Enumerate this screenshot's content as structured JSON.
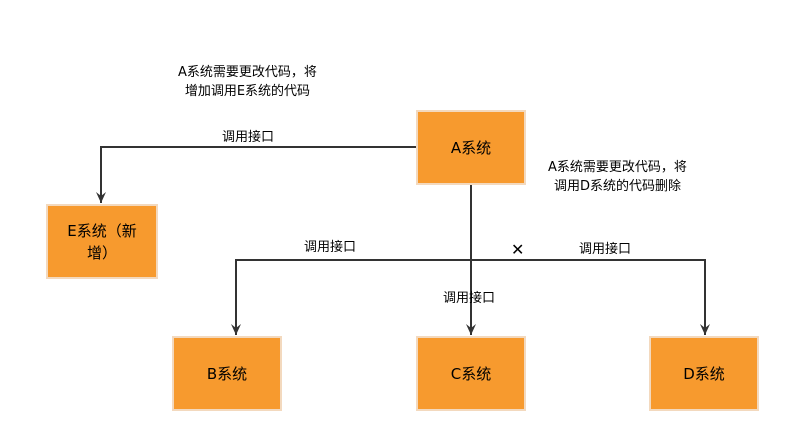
{
  "colors": {
    "node_fill": "#F79A2E",
    "node_stroke": "#F3D9BE",
    "line": "#333333"
  },
  "nodes": {
    "a": "A系统",
    "b": "B系统",
    "c": "C系统",
    "d": "D系统",
    "e_line1": "E系统（新",
    "e_line2": "增）"
  },
  "edges": {
    "a_to_e": "调用接口",
    "a_to_b": "调用接口",
    "a_to_c": "调用接口",
    "a_to_d": "调用接口"
  },
  "notes": {
    "add_e_line1": "A系统需要更改代码，将",
    "add_e_line2": "增加调用E系统的代码",
    "remove_d_line1": "A系统需要更改代码，将",
    "remove_d_line2": "调用D系统的代码删除"
  },
  "removed_marker": "✕"
}
